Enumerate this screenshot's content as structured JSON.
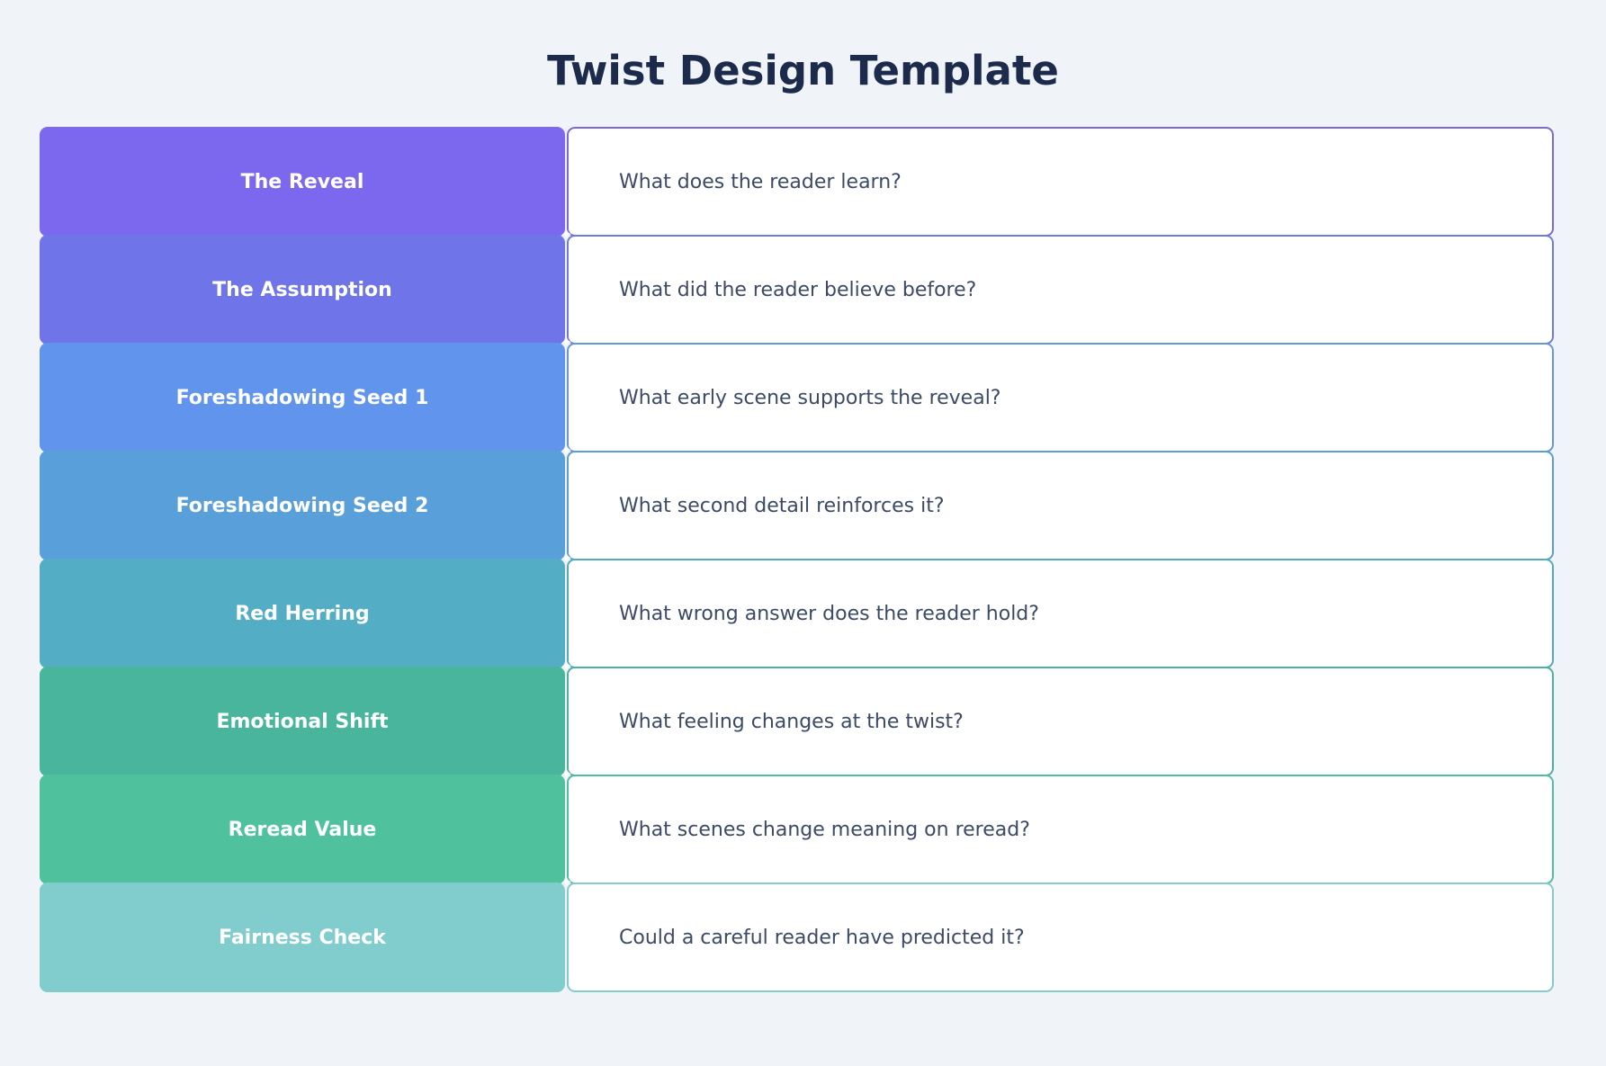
{
  "title": "Twist Design Template",
  "rows": [
    {
      "label": "The Reveal",
      "prompt": "What does the reader learn?",
      "fill": "#7b68ee",
      "stroke": "#7b68d9"
    },
    {
      "label": "The Assumption",
      "prompt": "What did the reader believe before?",
      "fill": "#6f75e9",
      "stroke": "#6f7bdc"
    },
    {
      "label": "Foreshadowing Seed 1",
      "prompt": "What early scene supports the reveal?",
      "fill": "#6194ec",
      "stroke": "#6596dc"
    },
    {
      "label": "Foreshadowing Seed 2",
      "prompt": "What second detail reinforces it?",
      "fill": "#599fda",
      "stroke": "#5b9fd2"
    },
    {
      "label": "Red Herring",
      "prompt": "What wrong answer does the reader hold?",
      "fill": "#53adc4",
      "stroke": "#54aabd"
    },
    {
      "label": "Emotional Shift",
      "prompt": "What feeling changes at the twist?",
      "fill": "#48b59c",
      "stroke": "#4ab2a0"
    },
    {
      "label": "Reread Value",
      "prompt": "What scenes change meaning on reread?",
      "fill": "#4fc19d",
      "stroke": "#4fbda0"
    },
    {
      "label": "Fairness Check",
      "prompt": "Could a careful reader have predicted it?",
      "fill": "#81cdcd",
      "stroke": "#84cccb"
    }
  ]
}
